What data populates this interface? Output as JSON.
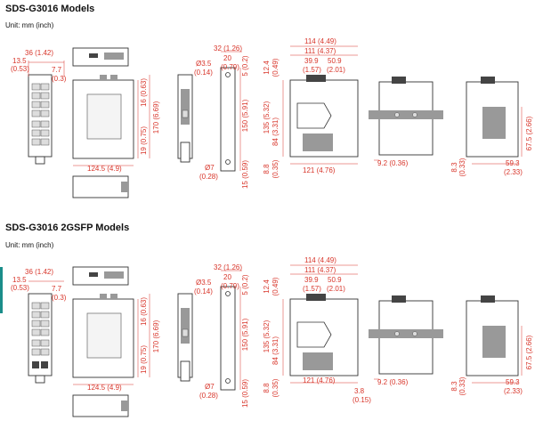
{
  "sections": [
    {
      "title": "SDS-G3016 Models",
      "unit": "Unit: mm (inch)",
      "dims": {
        "d36": "36 (1.42)",
        "d13_5": "13.5",
        "d053": "(0.53)",
        "d7_7": "7.7",
        "d03": "(0.3)",
        "d16": "16 (0.63)",
        "d170": "170 (6.69)",
        "d19": "19 (0.75)",
        "d124": "124.5 (4.9)",
        "d32": "32 (1.26)",
        "d20": "20",
        "d079": "(0.79)",
        "d5": "5 (0.2)",
        "d3_5": "Ø3.5",
        "d014": "(0.14)",
        "d150": "150 (5.91)",
        "d7": "Ø7",
        "d028": "(0.28)",
        "d15": "15 (0.59)",
        "d114": "114 (4.49)",
        "d111": "111 (4.37)",
        "d39_9": "39.9",
        "d157": "(1.57)",
        "d50_9": "50.9",
        "d201": "(2.01)",
        "d12_4": "12.4",
        "d049": "(0.49)",
        "d135": "135 (5.32)",
        "d84": "84 (3.31)",
        "d8_8": "8.8",
        "d035": "(0.35)",
        "d121": "121 (4.76)",
        "d9_2": "9.2 (0.36)",
        "d67_5": "67.5 (2.66)",
        "d8_3": "8.3",
        "d033": "(0.33)",
        "d59_3": "59.3",
        "d233": "(2.33)"
      }
    },
    {
      "title": "SDS-G3016 2GSFP Models",
      "unit": "Unit: mm (inch)",
      "dims": {
        "d36": "36 (1.42)",
        "d13_5": "13.5",
        "d053": "(0.53)",
        "d7_7": "7.7",
        "d03": "(0.3)",
        "d16": "16 (0.63)",
        "d170": "170 (6.69)",
        "d19": "19 (0.75)",
        "d124": "124.5 (4.9)",
        "d32": "32 (1.26)",
        "d20": "20",
        "d079": "(0.79)",
        "d5": "5 (0.2)",
        "d3_5": "Ø3.5",
        "d014": "(0.14)",
        "d150": "150 (5.91)",
        "d7": "Ø7",
        "d028": "(0.28)",
        "d15": "15 (0.59)",
        "d114": "114 (4.49)",
        "d111": "111 (4.37)",
        "d39_9": "39.9",
        "d157": "(1.57)",
        "d50_9": "50.9",
        "d201": "(2.01)",
        "d12_4": "12.4",
        "d049": "(0.49)",
        "d135": "135 (5.32)",
        "d84": "84 (3.31)",
        "d8_8": "8.8",
        "d035": "(0.35)",
        "d121": "121 (4.76)",
        "d3_8": "3.8",
        "d015": "(0.15)",
        "d9_2": "9.2 (0.36)",
        "d67_5": "67.5 (2.66)",
        "d8_3": "8.3",
        "d033": "(0.33)",
        "d59_3": "59.3",
        "d233": "(2.33)"
      }
    }
  ]
}
